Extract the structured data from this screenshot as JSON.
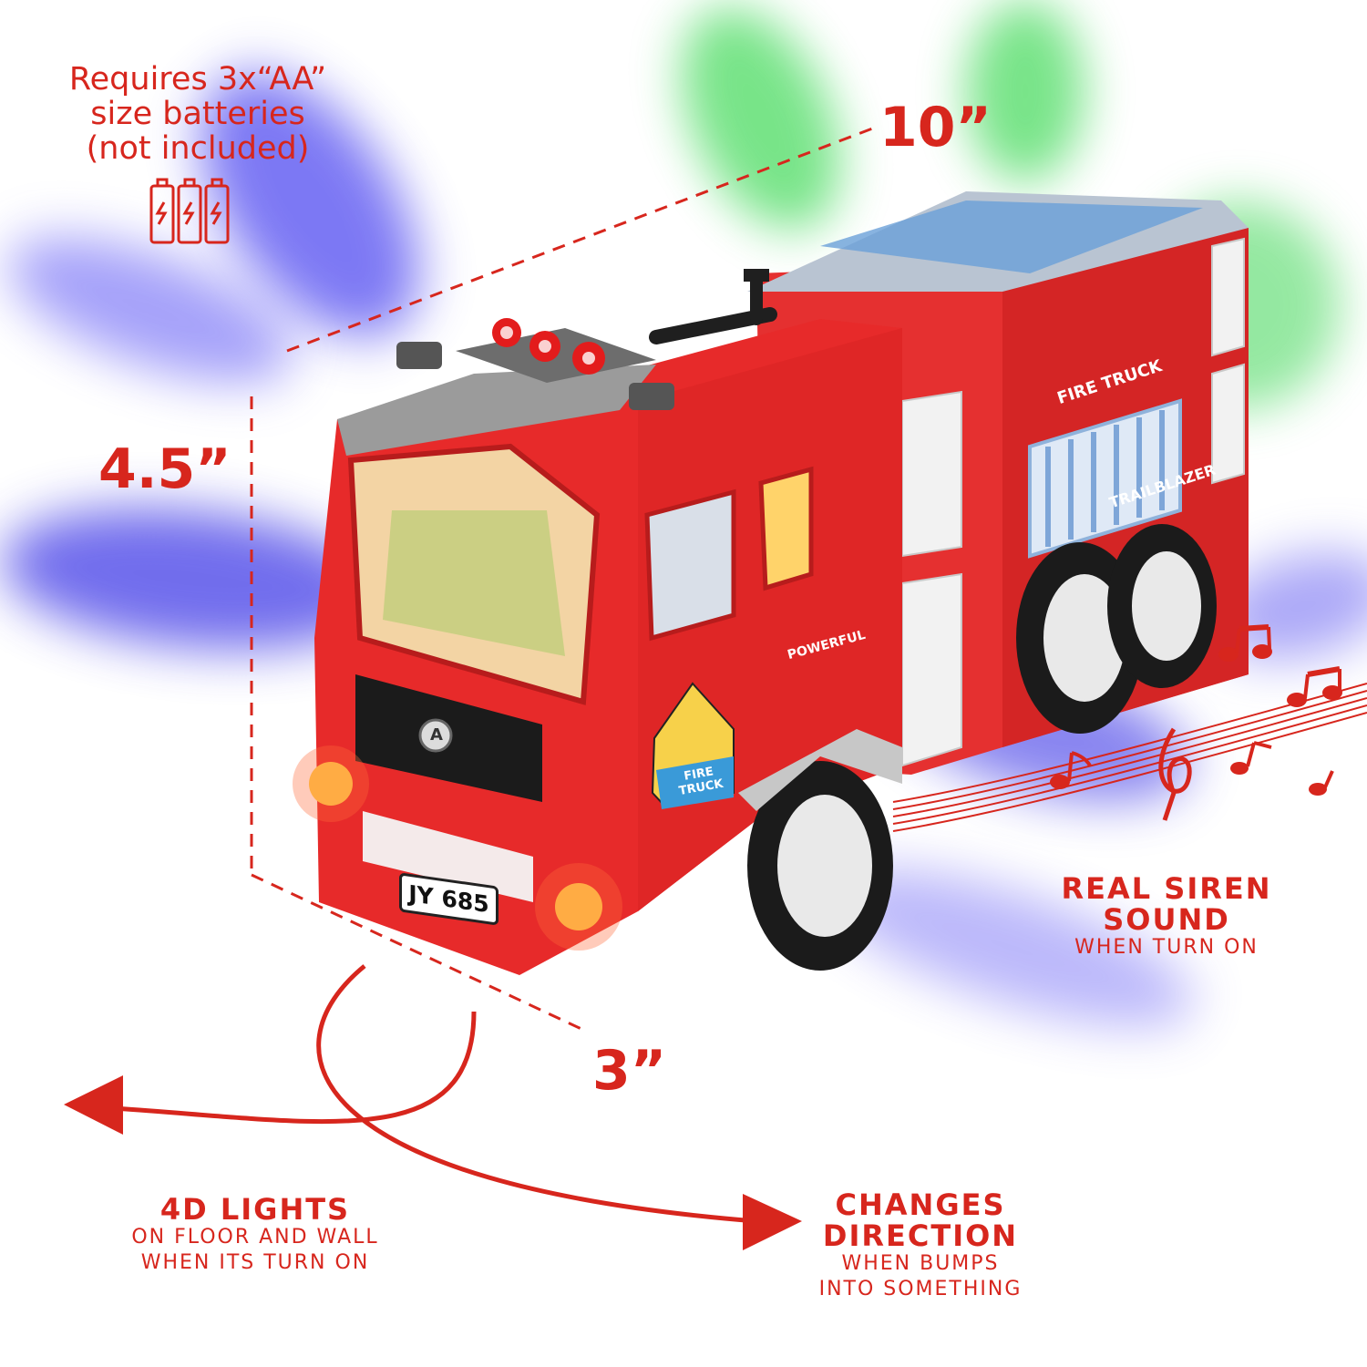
{
  "battery_note": {
    "line1": "Requires 3x“AA”",
    "line2": "size batteries",
    "line3": "(not included)",
    "icon": "battery-icon",
    "count": 3
  },
  "dimensions": {
    "length": "10”",
    "height": "4.5”",
    "width": "3”"
  },
  "truck": {
    "plate": "JY 685",
    "side_badge_top": "FIRE TRUCK",
    "side_badge_bottom": "TRAILBLAZER",
    "door_badge": "POWERFUL",
    "sign_text": "FIRE TRUCK",
    "grille_logo": "A"
  },
  "features": {
    "siren": {
      "title": "REAL SIREN",
      "title2": "SOUND",
      "sub": "WHEN TURN ON"
    },
    "lights": {
      "title": "4D LIGHTS",
      "sub1": "ON FLOOR AND WALL",
      "sub2": "WHEN ITS TURN ON"
    },
    "direction": {
      "title": "CHANGES",
      "title2": "DIRECTION",
      "sub1": "WHEN BUMPS",
      "sub2": "INTO SOMETHING"
    }
  },
  "colors": {
    "accent_red": "#d7261d",
    "truck_red": "#e52b2b",
    "light_blue": "#3b35e6",
    "light_green": "#31d64a"
  }
}
